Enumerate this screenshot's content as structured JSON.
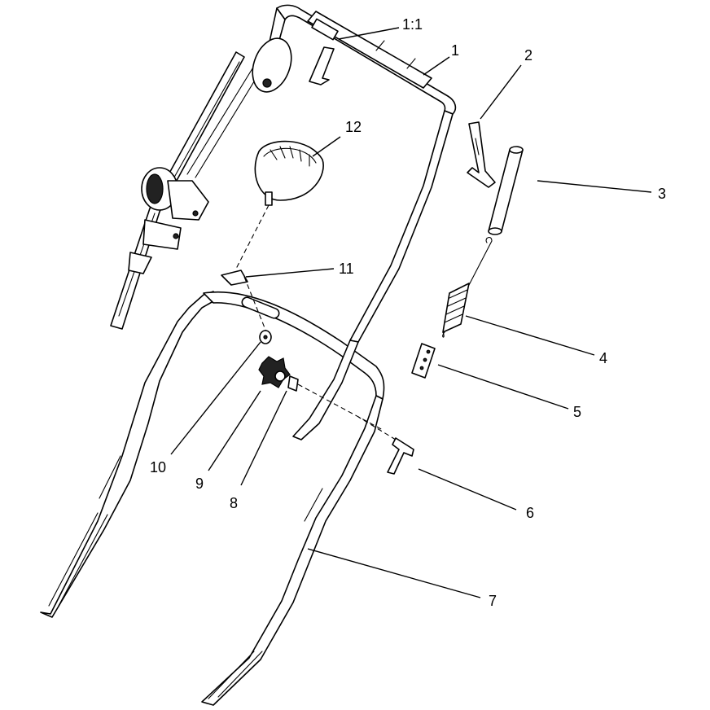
{
  "callouts": [
    {
      "id": "c-1-1",
      "label": "1:1"
    },
    {
      "id": "c-1",
      "label": "1"
    },
    {
      "id": "c-2",
      "label": "2"
    },
    {
      "id": "c-3",
      "label": "3"
    },
    {
      "id": "c-4",
      "label": "4"
    },
    {
      "id": "c-5",
      "label": "5"
    },
    {
      "id": "c-6",
      "label": "6"
    },
    {
      "id": "c-7",
      "label": "7"
    },
    {
      "id": "c-8",
      "label": "8"
    },
    {
      "id": "c-9",
      "label": "9"
    },
    {
      "id": "c-10",
      "label": "10"
    },
    {
      "id": "c-11",
      "label": "11"
    },
    {
      "id": "c-12",
      "label": "12"
    }
  ]
}
